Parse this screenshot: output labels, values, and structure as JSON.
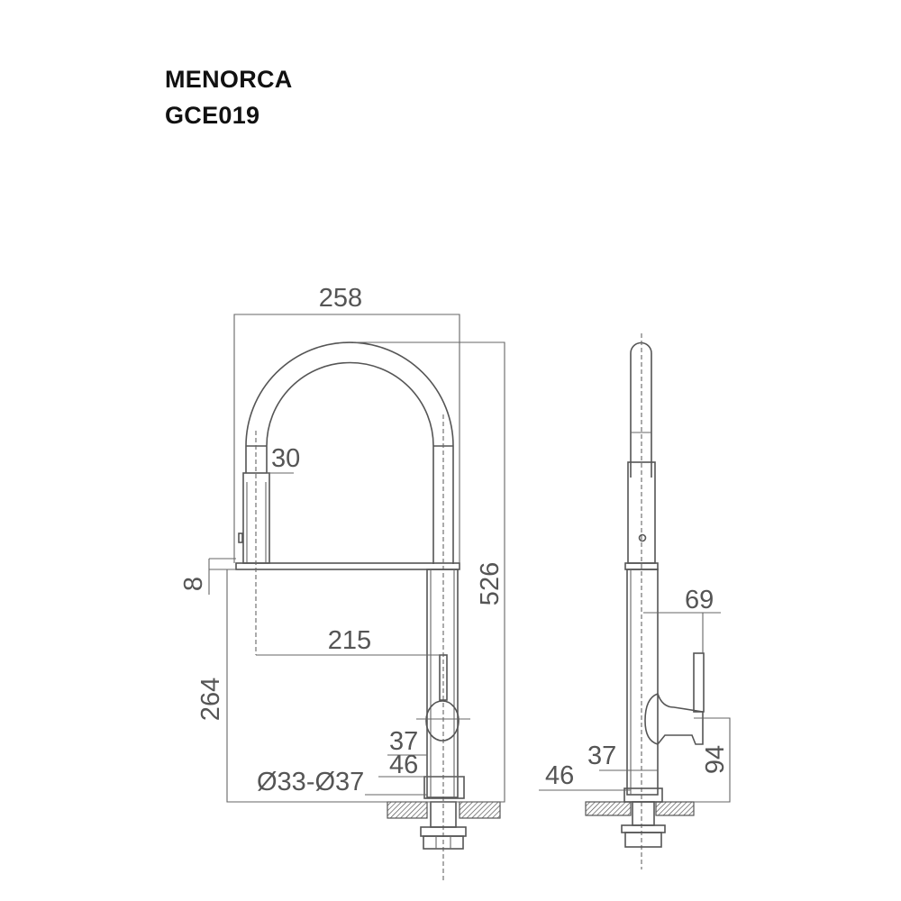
{
  "title": {
    "name": "MENORCA",
    "code": "GCE019"
  },
  "front_view": {
    "width_total": "258",
    "spray_diameter": "30",
    "plate_thickness": "8",
    "reach": "215",
    "height_total": "526",
    "spout_height": "264",
    "dim_37": "37",
    "dim_46": "46",
    "hole_diameter": "Ø33-Ø37"
  },
  "side_view": {
    "handle_depth": "69",
    "handle_height": "94",
    "dim_37": "37",
    "dim_46": "46"
  },
  "colors": {
    "line": "#555555",
    "title": "#111111"
  }
}
